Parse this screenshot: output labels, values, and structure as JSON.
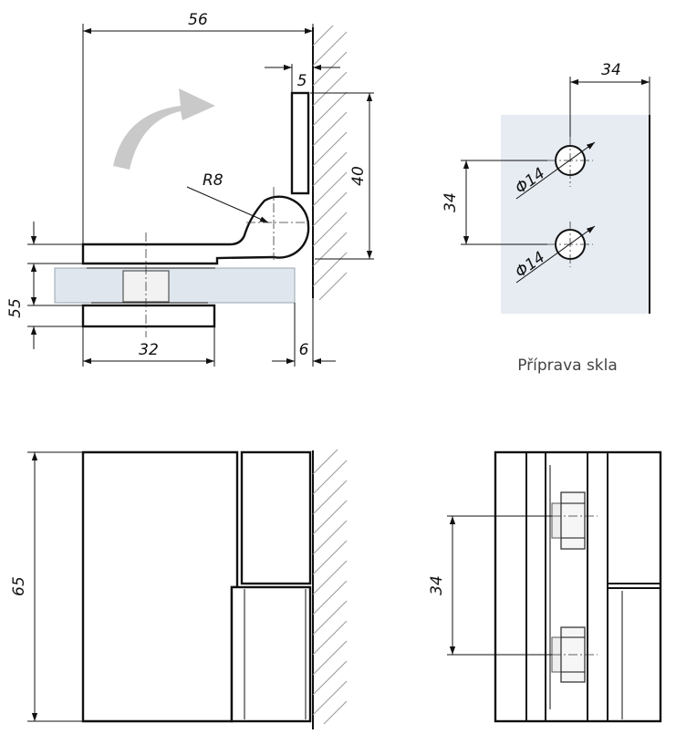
{
  "front_view": {
    "dim_width": "56",
    "dim_pin_gap": "5",
    "dim_height": "40",
    "dim_radius": "R8",
    "dim_clamp_height": "55",
    "dim_clamp_width": "32",
    "dim_offset": "6"
  },
  "glass_prep": {
    "dim_edge": "34",
    "dim_spacing": "34",
    "hole_1": "Φ14",
    "hole_2": "Φ14",
    "caption": "Příprava skla",
    "sheet_color": "#e6ecf2"
  },
  "side_view": {
    "dim_height": "65"
  },
  "back_view": {
    "dim_spacing": "34"
  }
}
